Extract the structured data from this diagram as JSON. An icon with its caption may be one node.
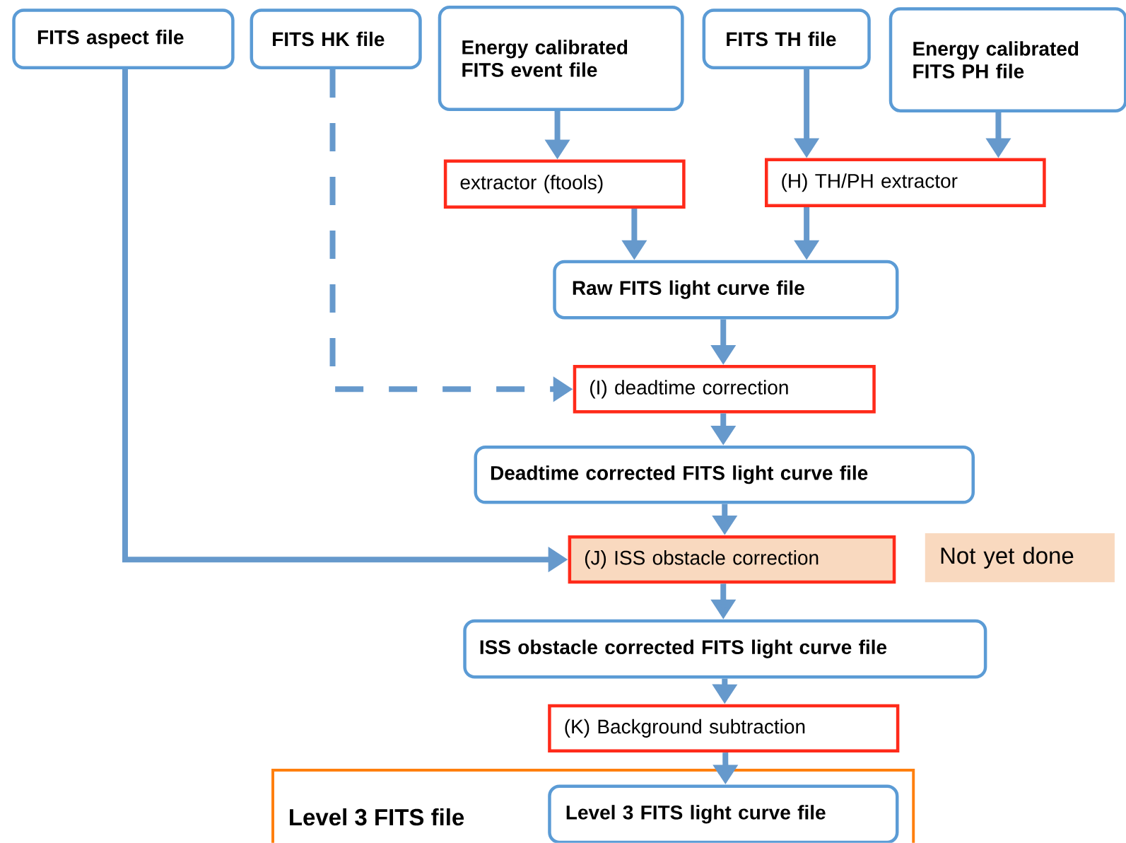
{
  "diagram": {
    "nodes": [
      {
        "text": [
          "FITS aspect file"
        ]
      },
      {
        "text": [
          "FITS HK file"
        ]
      },
      {
        "text": [
          "Energy calibrated FITS event file"
        ]
      },
      {
        "text": [
          "FITS TH file"
        ]
      },
      {
        "text": [
          "Energy calibrated FITS PH file"
        ]
      },
      {
        "text": [
          "extractor (ftools)"
        ]
      },
      {
        "text": [
          "(H) TH/PH extractor"
        ]
      },
      {
        "text": [
          "Raw FITS light curve file"
        ]
      },
      {
        "text": [
          "(I) deadtime correction"
        ]
      },
      {
        "text": [
          "Deadtime corrected FITS light curve file"
        ]
      },
      {
        "text": [
          "(J) ISS obstacle correction"
        ]
      },
      {
        "text": [
          "Not yet done"
        ]
      },
      {
        "text": [
          "ISS obstacle corrected FITS light curve file"
        ]
      },
      {
        "text": [
          "(K) Background subtraction"
        ]
      },
      {
        "text": [
          "Level 3 FITS file"
        ]
      },
      {
        "text": [
          "Level 3 FITS light curve file"
        ],
        "in": 14
      }
    ],
    "edges": [
      {
        "from": 2,
        "to": 5,
        "arrow": "to"
      },
      {
        "from": 3,
        "to": 6,
        "arrow": "to"
      },
      {
        "from": 4,
        "to": 6,
        "arrow": "to"
      },
      {
        "from": 5,
        "to": 7,
        "arrow": "to"
      },
      {
        "from": 6,
        "to": 7,
        "arrow": "to"
      },
      {
        "from": 7,
        "to": 8,
        "arrow": "to"
      },
      {
        "from": 1,
        "to": 8,
        "arrow": "to",
        "style": "dashed"
      },
      {
        "from": 8,
        "to": 9,
        "arrow": "to"
      },
      {
        "from": 9,
        "to": 10,
        "arrow": "to"
      },
      {
        "from": 0,
        "to": 10,
        "arrow": "to"
      },
      {
        "from": 10,
        "to": 12,
        "arrow": "to"
      },
      {
        "from": 12,
        "to": 13,
        "arrow": "to"
      },
      {
        "from": 13,
        "to": 15,
        "arrow": "to"
      }
    ]
  }
}
